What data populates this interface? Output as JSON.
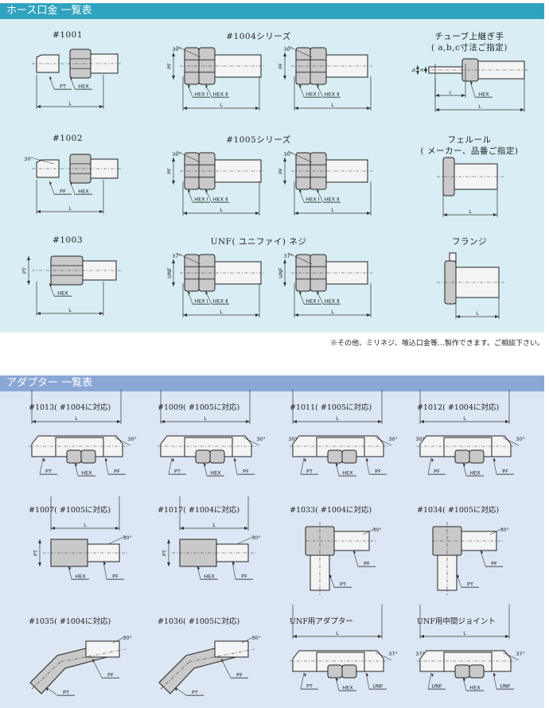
{
  "sections": [
    {
      "title": "ホース口金 一覧表",
      "items": [
        {
          "title": "#1001",
          "labels": [
            "PT",
            "HEX",
            "L"
          ]
        },
        {
          "title": "#1004シリーズ",
          "labels": [
            "30°",
            "PF",
            "HEX Ⅰ",
            "HEX Ⅱ",
            "L",
            "30°",
            "PF",
            "HEX Ⅰ",
            "HEX Ⅱ",
            "L"
          ]
        },
        {
          "title": "チューブ上継ぎ手",
          "subtitle": "( a,b,c寸法ご指定)",
          "labels": [
            "b",
            "a",
            "c",
            "HEX",
            "L"
          ]
        },
        {
          "title": "#1002",
          "labels": [
            "30°",
            "PF",
            "HEX",
            "L"
          ]
        },
        {
          "title": "#1005シリーズ",
          "labels": [
            "30°",
            "PF",
            "HEX Ⅰ",
            "HEX Ⅱ",
            "L",
            "30°",
            "PF",
            "HEX Ⅰ",
            "HEX Ⅱ",
            "L"
          ]
        },
        {
          "title": "フェルール",
          "subtitle": "( メーカー、品番ご指定)",
          "labels": [
            "L"
          ]
        },
        {
          "title": "#1003",
          "labels": [
            "PT",
            "HEX",
            "L"
          ]
        },
        {
          "title": "UNF( ユニファイ) ネジ",
          "labels": [
            "37°",
            "UNF",
            "HEX Ⅰ",
            "HEX Ⅱ",
            "L",
            "37°",
            "UNF",
            "HEX Ⅰ",
            "HEX Ⅱ",
            "L"
          ]
        },
        {
          "title": "フランジ",
          "labels": [
            "L"
          ]
        }
      ],
      "note": "※その他、ミリネジ、喰込口金等…製作できます。ご相談下さい。"
    },
    {
      "title": "アダプター 一覧表",
      "items": [
        {
          "title": "#1013( #1004に対応)",
          "labels": [
            "L",
            "30°",
            "PT",
            "HEX",
            "PF"
          ]
        },
        {
          "title": "#1009( #1005に対応)",
          "labels": [
            "L",
            "30°",
            "PT",
            "HEX",
            "PF"
          ]
        },
        {
          "title": "#1011( #1005に対応)",
          "labels": [
            "L",
            "30°",
            "30°",
            "PT",
            "HEX",
            "PF"
          ]
        },
        {
          "title": "#1012( #1004に対応)",
          "labels": [
            "L",
            "30°",
            "30°",
            "PF",
            "HEX",
            "PF"
          ]
        },
        {
          "title": "#1007( #1005に対応)",
          "labels": [
            "L",
            "30°",
            "PT",
            "HEX",
            "PF"
          ]
        },
        {
          "title": "#1017( #1004に対応)",
          "labels": [
            "L",
            "30°",
            "PT",
            "HEX",
            "PF"
          ]
        },
        {
          "title": "#1033( #1004に対応)",
          "labels": [
            "30°",
            "PF",
            "PT"
          ]
        },
        {
          "title": "#1034( #1005に対応)",
          "labels": [
            "30°",
            "PF",
            "PT"
          ]
        },
        {
          "title": "#1035( #1004に対応)",
          "labels": [
            "30°",
            "PT",
            "PF"
          ]
        },
        {
          "title": "#1036( #1005に対応)",
          "labels": [
            "30°",
            "PT",
            "PF"
          ]
        },
        {
          "title": "UNF用アダプター",
          "labels": [
            "L",
            "37°",
            "PT",
            "HEX",
            "UNF"
          ]
        },
        {
          "title": "UNF用中間ジョイント",
          "labels": [
            "L",
            "37°",
            "37°",
            "UNF",
            "HEX",
            "UNF"
          ]
        }
      ]
    }
  ]
}
